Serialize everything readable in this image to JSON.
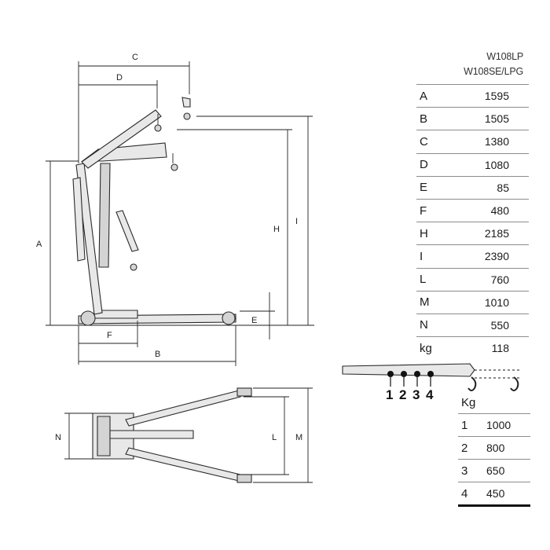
{
  "models": [
    "W108LP",
    "W108SE/LPG"
  ],
  "dimension_labels": {
    "A": "A",
    "B": "B",
    "C": "C",
    "D": "D",
    "E": "E",
    "F": "F",
    "H": "H",
    "I": "I",
    "L": "L",
    "M": "M",
    "N": "N"
  },
  "specs": [
    {
      "key": "A",
      "value": "1595"
    },
    {
      "key": "B",
      "value": "1505"
    },
    {
      "key": "C",
      "value": "1380"
    },
    {
      "key": "D",
      "value": "1080"
    },
    {
      "key": "E",
      "value": "85"
    },
    {
      "key": "F",
      "value": "480"
    },
    {
      "key": "H",
      "value": "2185"
    },
    {
      "key": "I",
      "value": "2390"
    },
    {
      "key": "L",
      "value": "760"
    },
    {
      "key": "M",
      "value": "1010"
    },
    {
      "key": "N",
      "value": "550"
    },
    {
      "key": "kg",
      "value": "118"
    }
  ],
  "boom_positions": [
    "1",
    "2",
    "3",
    "4"
  ],
  "capacity": {
    "title": "Kg",
    "rows": [
      {
        "position": "1",
        "load": "1000"
      },
      {
        "position": "2",
        "load": "800"
      },
      {
        "position": "3",
        "load": "650"
      },
      {
        "position": "4",
        "load": "450"
      }
    ]
  }
}
